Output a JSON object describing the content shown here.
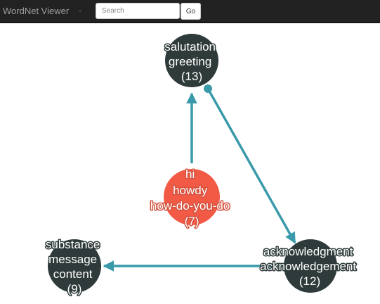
{
  "navbar": {
    "brand": "WordNet Viewer",
    "separator": "·",
    "search": {
      "placeholder": "Search",
      "value": ""
    },
    "go_label": "Go"
  },
  "graph": {
    "edge_color": "#3a9aaa",
    "node_colors": {
      "default": "#2f3a3a",
      "selected": "#f25a45"
    },
    "nodes": [
      {
        "id": "salutation",
        "lines": [
          "salutation",
          "greeting"
        ],
        "count": "(13)",
        "selected": false
      },
      {
        "id": "hi",
        "lines": [
          "hi",
          "howdy",
          "how-do-you-do"
        ],
        "count": "(7)",
        "selected": true
      },
      {
        "id": "acknowledgment",
        "lines": [
          "acknowledgment",
          "acknowledgement"
        ],
        "count": "(12)",
        "selected": false
      },
      {
        "id": "substance",
        "lines": [
          "substance",
          "message",
          "content"
        ],
        "count": "(9)",
        "selected": false
      }
    ]
  }
}
